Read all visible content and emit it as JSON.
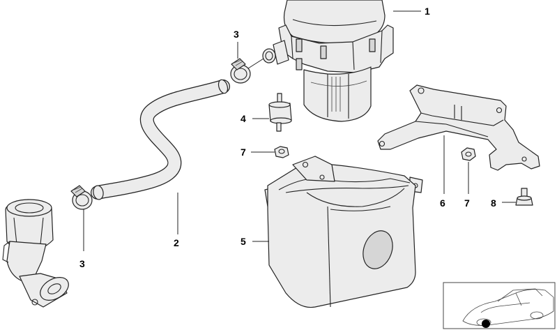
{
  "callouts": {
    "c1": "1",
    "c2": "2",
    "c3_top": "3",
    "c3_bottom": "3",
    "c4": "4",
    "c5": "5",
    "c6": "6",
    "c7_left": "7",
    "c7_right": "7",
    "c8": "8"
  },
  "colors": {
    "line": "#222222",
    "part_fill": "#ececec",
    "background": "#ffffff"
  }
}
